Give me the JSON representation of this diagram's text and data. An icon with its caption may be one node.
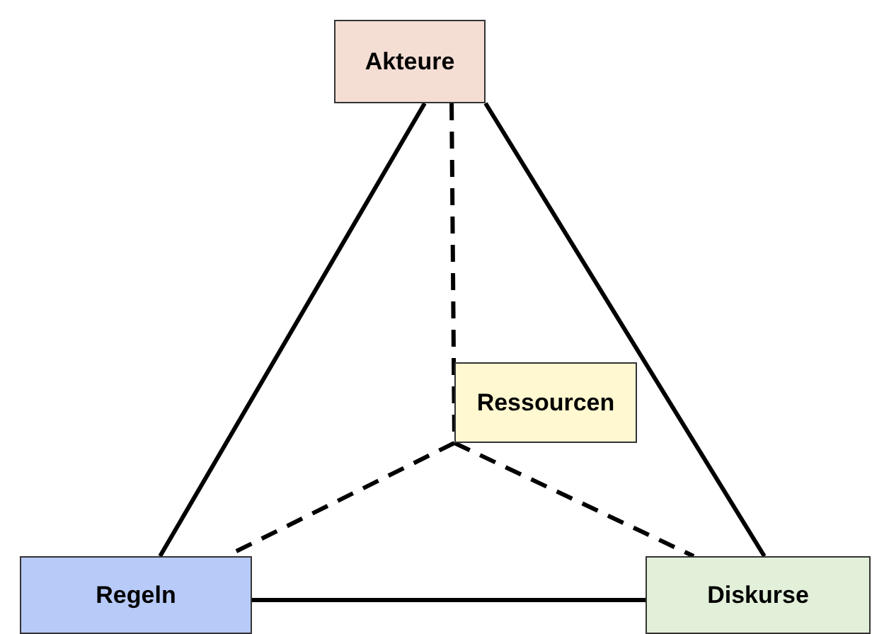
{
  "diagram": {
    "nodes": [
      {
        "text": [
          "Akteure"
        ]
      },
      {
        "text": [
          "Ressourcen"
        ]
      },
      {
        "text": [
          "Regeln"
        ]
      },
      {
        "text": [
          "Diskurse"
        ]
      }
    ],
    "edges": [
      {
        "from": 0,
        "to": 2,
        "arrow": "none"
      },
      {
        "from": 0,
        "to": 3,
        "arrow": "none"
      },
      {
        "from": 2,
        "to": 3,
        "arrow": "none"
      },
      {
        "from": 0,
        "to": 1,
        "arrow": "none",
        "style": "dashed"
      },
      {
        "from": 1,
        "to": 2,
        "arrow": "none",
        "style": "dashed"
      },
      {
        "from": 1,
        "to": 3,
        "arrow": "none",
        "style": "dashed"
      }
    ]
  }
}
